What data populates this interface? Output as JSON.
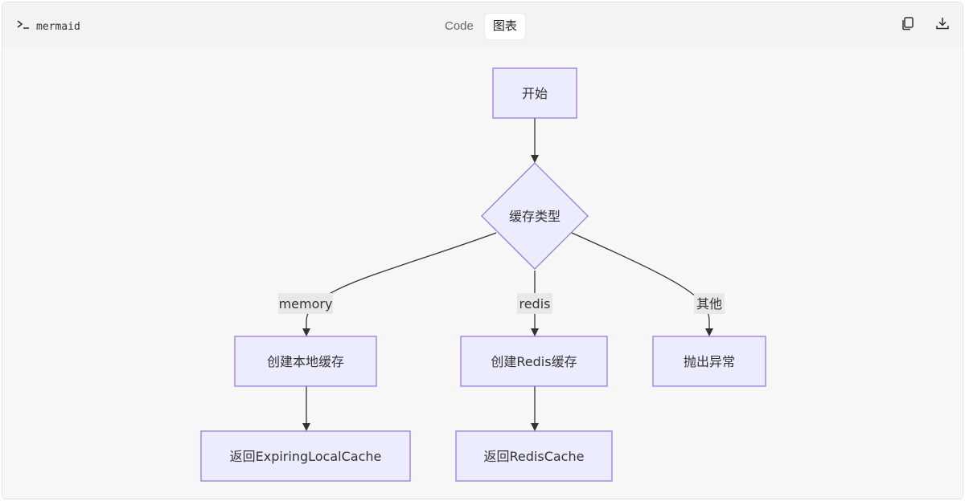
{
  "toolbar": {
    "language": "mermaid",
    "tabs": [
      {
        "label": "Code"
      },
      {
        "label": "图表"
      }
    ],
    "active_tab": "图表",
    "icons": [
      "terminal-prompt-icon",
      "copy-icon",
      "download-icon"
    ]
  },
  "diagram": {
    "nodes": {
      "start": "开始",
      "decision": "缓存类型",
      "create_local": "创建本地缓存",
      "create_redis": "创建Redis缓存",
      "throw": "抛出异常",
      "return_local": "返回ExpiringLocalCache",
      "return_redis": "返回RedisCache"
    },
    "edges": {
      "memory": "memory",
      "redis": "redis",
      "other": "其他"
    },
    "colors": {
      "node_fill": "#ececff",
      "node_stroke": "#9370db",
      "edge": "#333333"
    }
  }
}
